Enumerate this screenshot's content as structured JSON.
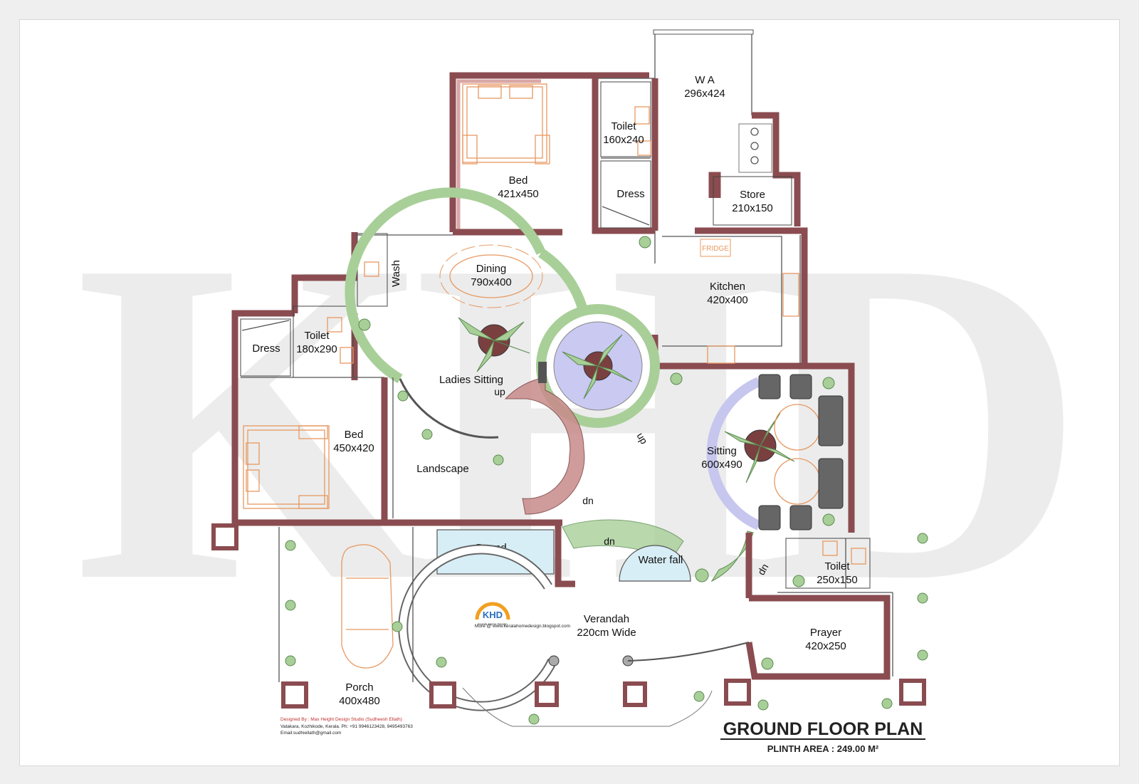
{
  "title": "GROUND FLOOR PLAN",
  "plinth_area": "PLINTH AREA : 249.00 M²",
  "watermark": "KHD",
  "rooms": {
    "wa": {
      "name": "W  A",
      "size": "296x424"
    },
    "toilet_top": {
      "name": "Toilet",
      "size": "160x240"
    },
    "dress_top": {
      "name": "Dress"
    },
    "bed_top": {
      "name": "Bed",
      "size": "421x450"
    },
    "store": {
      "name": "Store",
      "size": "210x150"
    },
    "fridge": {
      "name": "FRIDGE"
    },
    "kitchen": {
      "name": "Kitchen",
      "size": "420x400"
    },
    "dining": {
      "name": "Dining",
      "size": "790x400"
    },
    "wash": {
      "name": "Wash"
    },
    "toilet_left": {
      "name": "Toilet",
      "size": "180x290"
    },
    "dress_left": {
      "name": "Dress"
    },
    "ladies_sitting": {
      "name": "Ladies Sitting"
    },
    "bed_left": {
      "name": "Bed",
      "size": "450x420"
    },
    "landscape": {
      "name": "Landscape"
    },
    "sitting": {
      "name": "Sitting",
      "size": "600x490"
    },
    "pound": {
      "name": "Pound"
    },
    "water_fall": {
      "name": "Water fall"
    },
    "toilet_right": {
      "name": "Toilet",
      "size": "250x150"
    },
    "verandah": {
      "name": "Verandah",
      "size": "220cm Wide"
    },
    "prayer": {
      "name": "Prayer",
      "size": "420x250"
    },
    "porch": {
      "name": "Porch",
      "size": "400x480"
    }
  },
  "stairs": {
    "up1": "up",
    "up2": "up",
    "dn1": "dn",
    "dn2": "dn",
    "dn3": "dn"
  },
  "logo": {
    "text": "KHD",
    "sub": "Kerala Home Design",
    "more": "More @ www.keralahomedesign.blogspot.com"
  },
  "credits": {
    "line1": "Designed By : Max Height Design Studio (Sudheesh Ellath)",
    "line2": "Vatakara, Kozhikode, Kerala. Ph: +91 9946123428, 9495493763",
    "line3": "Email:sudhiellath@gmail.com"
  },
  "colors": {
    "wall": "#8a4c50",
    "wall_inner": "#d9a7a7",
    "furniture": "#e89860",
    "garden": "#a8cf98",
    "water": "#c9c9f2",
    "stair": "#c88a8a"
  }
}
